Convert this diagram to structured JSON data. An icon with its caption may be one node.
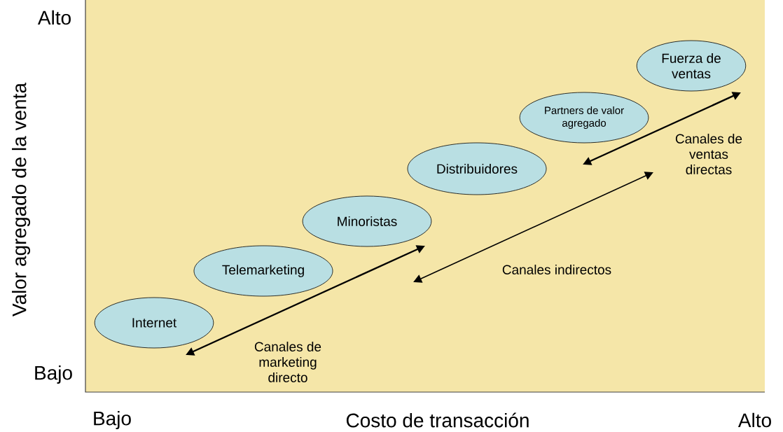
{
  "diagram": {
    "nodes": [
      {
        "text": [
          "Internet"
        ]
      },
      {
        "text": [
          "Telemarketing"
        ]
      },
      {
        "text": [
          "Minoristas"
        ]
      },
      {
        "text": [
          "Distribuidores"
        ]
      },
      {
        "text": [
          "Partners de valor agregado"
        ]
      },
      {
        "text": [
          "Fuerza de ventas"
        ]
      }
    ],
    "labels": [
      "Alto",
      "Valor agregado de la venta",
      "Canales de ventas directas",
      "Canales indirectos",
      "Canales de marketing directo",
      "Bajo",
      "Bajo",
      "Costo de transacción",
      "Alto"
    ]
  }
}
